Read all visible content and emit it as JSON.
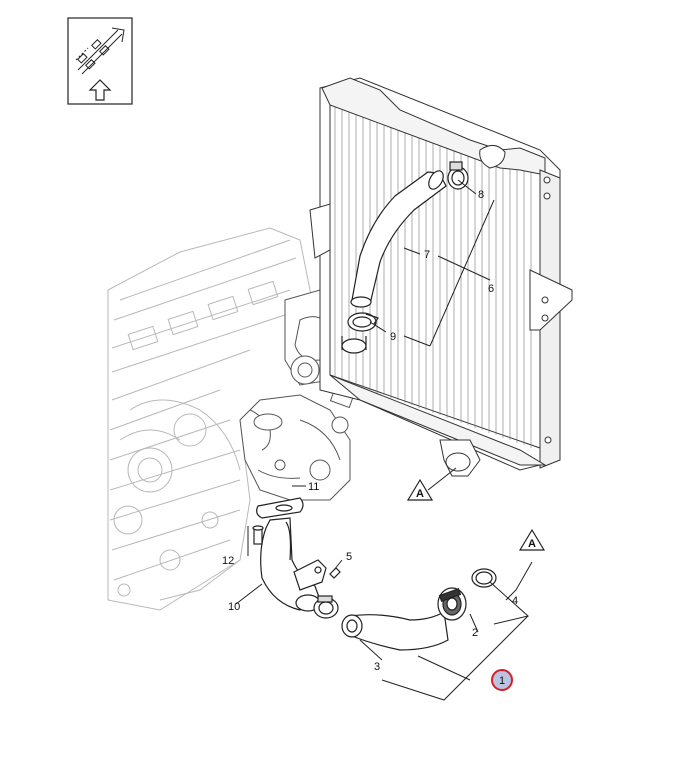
{
  "icon": {
    "name": "arrow-up-outline-icon"
  },
  "callouts": [
    {
      "id": "p1",
      "text": "1",
      "highlighted": true
    },
    {
      "id": "p2",
      "text": "2"
    },
    {
      "id": "p3",
      "text": "3"
    },
    {
      "id": "p4",
      "text": "4"
    },
    {
      "id": "p5",
      "text": "5"
    },
    {
      "id": "p6",
      "text": "6"
    },
    {
      "id": "p7",
      "text": "7"
    },
    {
      "id": "p8",
      "text": "8"
    },
    {
      "id": "p9",
      "text": "9"
    },
    {
      "id": "p10",
      "text": "10"
    },
    {
      "id": "p11",
      "text": "11"
    },
    {
      "id": "p12",
      "text": "12"
    }
  ],
  "references": [
    {
      "id": "ref-a-upper",
      "text": "A"
    },
    {
      "id": "ref-a-lower",
      "text": "A"
    }
  ],
  "colors": {
    "line": "#222222",
    "ghost": "#b8b8b8",
    "highlight_ring": "#d61f26",
    "highlight_fill": "#b8c4e0"
  }
}
